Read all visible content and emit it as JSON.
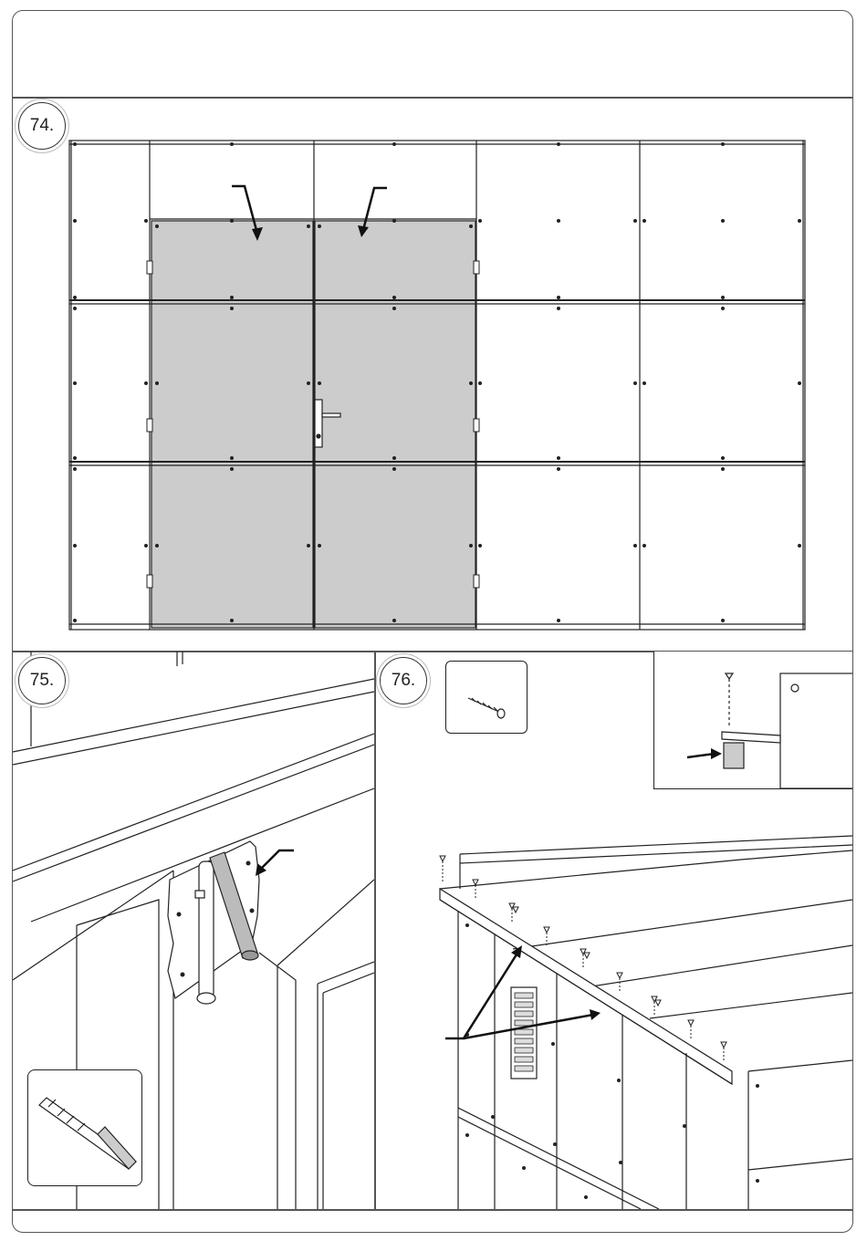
{
  "steps": [
    {
      "number": "74."
    },
    {
      "number": "75."
    },
    {
      "number": "76."
    }
  ],
  "colors": {
    "line": "#222222",
    "door_fill": "#cccccc",
    "frame": "#555555"
  },
  "icons": {
    "step74": [
      "arrow-icon",
      "arrow-icon",
      "door-handle-icon"
    ],
    "step75": [
      "drill-bit-icon",
      "arrow-icon"
    ],
    "step76": [
      "screw-icon",
      "arrow-icon"
    ]
  }
}
